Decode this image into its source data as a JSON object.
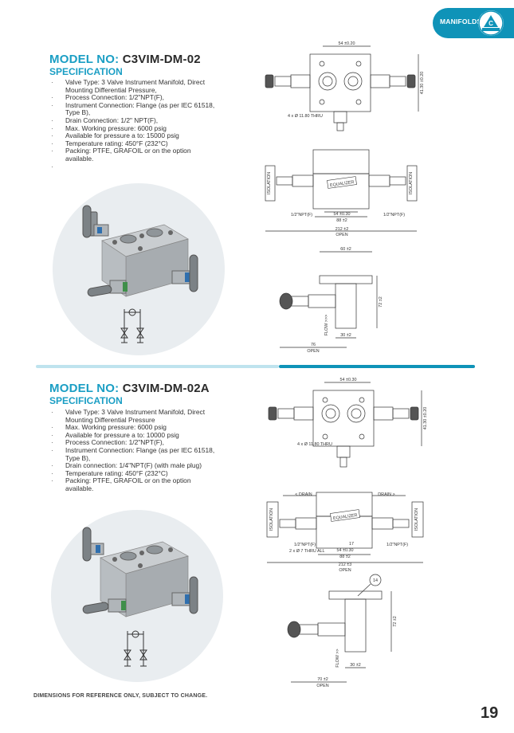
{
  "header": {
    "section_label": "MANIFOLDS"
  },
  "products": [
    {
      "model_prefix": "MODEL NO:",
      "model_code": "C3VIM-DM-02",
      "spec_heading": "SPECIFICATION",
      "spec_items": [
        "Valve Type: 3 Valve Instrument Manifold, Direct Mounting Differential Pressure,",
        "Process Connection: 1/2\"NPT(F),",
        "Instrument Connection: Flange (as per IEC 61518, Type B),",
        "Drain Connection: 1/2\" NPT(F),",
        "Max. Working pressure: 6000 psig",
        "Available for pressure a to: 15000 psig",
        "Temperature rating: 450°F (232°C)",
        "Packing: PTFE, GRAFOIL or on the option available.",
        ""
      ],
      "drawing": {
        "top_width": "54 ±0.20",
        "side_height": "41.30 ±0.20",
        "holes_note": "4 x Ø 11.80 THRU",
        "isolation_left": "ISOLATION",
        "isolation_right": "ISOLATION",
        "equalizer": "EQUALIZER",
        "npt_left": "1/2\"NPT(F)",
        "npt_right": "1/2\"NPT(F)",
        "dim_54": "54 ±0.30",
        "dim_88": "88 ±2",
        "dim_212": "212 ±2",
        "open_label": "OPEN",
        "dim_60": "60 ±2",
        "dim_72": "72 ±2",
        "flow": "FLOW >>>",
        "dim_30": "30 ±2",
        "dim_76": "76",
        "open_label_2": "OPEN"
      }
    },
    {
      "model_prefix": "MODEL NO:",
      "model_code": "C3VIM-DM-02A",
      "spec_heading": "SPECIFICATION",
      "spec_items": [
        "Valve Type: 3 Valve Instrument Manifold, Direct Mounting Differential Pressure",
        "Max. Working pressure: 6000 psig",
        "Available for pressure a to: 10000 psig",
        "Process Connection: 1/2\"NPT(F),",
        "Instrument Connection: Flange (as per IEC 61518, Type B),",
        "Drain connection: 1/4\"NPT(F) (with male plug)",
        "Temperature rating: 450°F (232°C)",
        "Packing: PTFE, GRAFOIL or on the option available."
      ],
      "drawing": {
        "top_width": "54 ±0.30",
        "side_height": "41.30 ±0.20",
        "holes_note": "4 x Ø 11.80 THRU",
        "drain_left": "< DRAIN",
        "drain_right": "DRAIN >",
        "isolation_left": "ISOLATION",
        "isolation_right": "ISOLATION",
        "equalizer": "EQUALIZER",
        "npt_left": "1/2\"NPT(F)",
        "npt_right": "1/2\"NPT(F)",
        "dim_17": "17",
        "holes_note_2": "2 x Ø 7 THRU ALL",
        "dim_54": "54 ±0.30",
        "dim_88": "88 ±2",
        "dim_212": "212 ±3",
        "open_label": "OPEN",
        "balloon": "14",
        "dim_72": "72 ±2",
        "flow": "FLOW >>",
        "dim_30": "30 ±2",
        "dim_70": "70 ±2",
        "open_label_2": "OPEN"
      }
    }
  ],
  "footer": {
    "note": "DIMENSIONS FOR REFERENCE ONLY, SUBJECT TO CHANGE.",
    "page_number": "19"
  },
  "colors": {
    "accent": "#1a9ec4",
    "tab": "#0f93b8",
    "divider_light": "#bfe3ee",
    "steel": "#9aa0a4"
  }
}
